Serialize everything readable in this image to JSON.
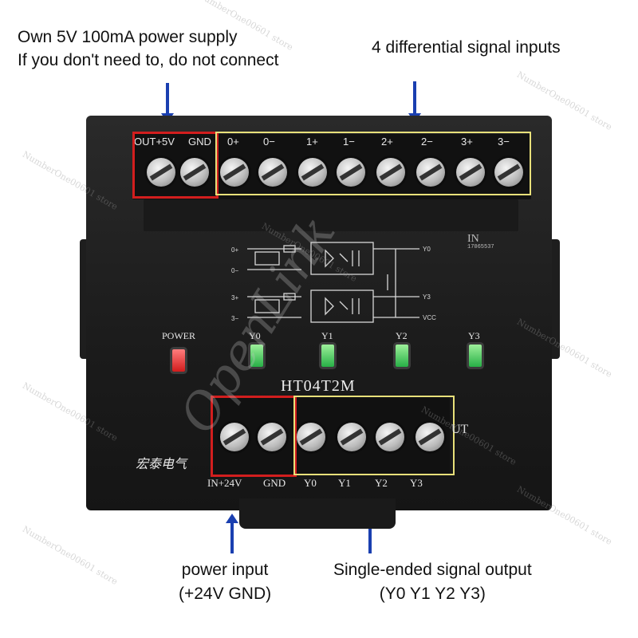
{
  "captions": {
    "top_left_line1": "Own 5V 100mA power supply",
    "top_left_line2": "If you don't need to, do not connect",
    "top_right": "4 differential signal inputs",
    "bottom_left_line1": "power input",
    "bottom_left_line2": "(+24V GND)",
    "bottom_right_line1": "Single-ended signal output",
    "bottom_right_line2": "(Y0  Y1  Y2  Y3)"
  },
  "top_terminals": [
    "OUT+5V",
    "GND",
    "0+",
    "0−",
    "1+",
    "1−",
    "2+",
    "2−",
    "3+",
    "3−"
  ],
  "bottom_terminals": [
    "IN+24V",
    "GND",
    "Y0",
    "Y1",
    "Y2",
    "Y3"
  ],
  "leds": [
    {
      "label": "POWER",
      "color": "red"
    },
    {
      "label": "Y0",
      "color": "green"
    },
    {
      "label": "Y1",
      "color": "green"
    },
    {
      "label": "Y2",
      "color": "green"
    },
    {
      "label": "Y3",
      "color": "green"
    }
  ],
  "device": {
    "model": "HT04T2M",
    "maker": "宏泰电气",
    "in_label": "IN",
    "in_serial": "17065537",
    "out_label": "UT"
  },
  "schematic": {
    "inputs": [
      "0+",
      "0−",
      "3+",
      "3−"
    ],
    "outputs": [
      "Y0",
      "Y3",
      "VCC"
    ]
  },
  "watermark": {
    "brand": "OpenLink",
    "store": "NumberOne00601 store"
  },
  "colors": {
    "arrow": "#1a3fb0",
    "highlight_power": "#d21e1e",
    "highlight_signal": "#e8e07a"
  }
}
